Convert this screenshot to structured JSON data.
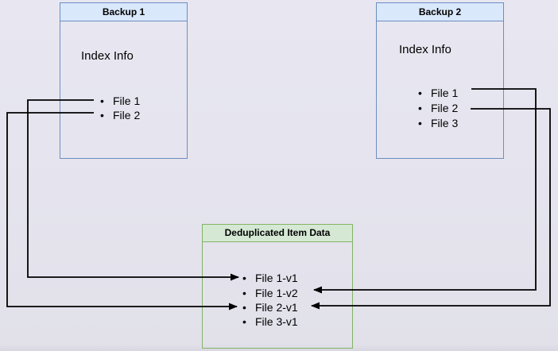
{
  "diagram": {
    "bullet_glyph": "•",
    "backup1": {
      "title": "Backup 1",
      "body_label": "Index Info",
      "items": [
        "File 1",
        "File 2"
      ]
    },
    "backup2": {
      "title": "Backup 2",
      "body_label": "Index Info",
      "items": [
        "File 1",
        "File 2",
        "File 3"
      ]
    },
    "dedup": {
      "title": "Deduplicated Item Data",
      "items": [
        "File 1-v1",
        "File 1-v2",
        "File 2-v1",
        "File 3-v1"
      ]
    },
    "arrows": [
      {
        "from": "Backup 1 / File 1",
        "to": "Deduplicated Item Data / File 1-v1"
      },
      {
        "from": "Backup 1 / File 2",
        "to": "Deduplicated Item Data / File 2-v1"
      },
      {
        "from": "Backup 2 / File 1",
        "to": "Deduplicated Item Data / File 1-v2"
      },
      {
        "from": "Backup 2 / File 2",
        "to": "Deduplicated Item Data / File 2-v1"
      }
    ],
    "colors": {
      "blue_header_fill": "#dae8fc",
      "blue_border": "#6c8ebf",
      "green_header_fill": "#d5e8d4",
      "green_border": "#82b366",
      "arrow": "#000000"
    }
  }
}
